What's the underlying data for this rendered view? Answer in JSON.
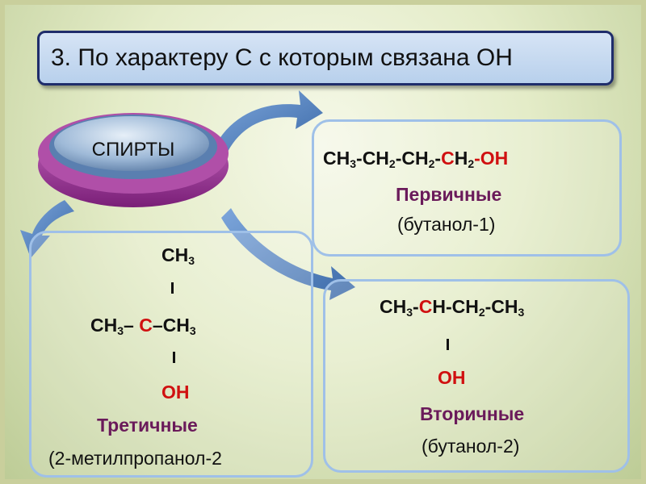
{
  "title": "3. По характеру С с которым связана ОН",
  "center_label": "СПИРТЫ",
  "primary": {
    "formula_parts": [
      "CH",
      "3",
      "-CH",
      "2",
      "-CH",
      "2",
      "-",
      "C",
      "H",
      "2",
      "-OH"
    ],
    "class_label": "Первичные",
    "name": "(бутанол-1)"
  },
  "secondary": {
    "formula_parts": [
      "CH",
      "3",
      "-",
      "C",
      "H-CH",
      "2",
      "-CH",
      "3"
    ],
    "oh": "OH",
    "class_label": "Вторичные",
    "name": "(бутанол-2)"
  },
  "tertiary": {
    "top": "CH",
    "top_sub": "3",
    "left": "CH",
    "left_sub": "3",
    "dash1": "– ",
    "center": "C",
    "dash2": "–CH",
    "right_sub": "3",
    "oh": "OH",
    "class_label": "Третичные",
    "name": "(2-метилпропанол-2"
  },
  "colors": {
    "accent_red": "#d01010",
    "label_purple": "#6a1a5a",
    "arrow_blue": "#4a78b8",
    "disc_purple": "#a0409a"
  }
}
